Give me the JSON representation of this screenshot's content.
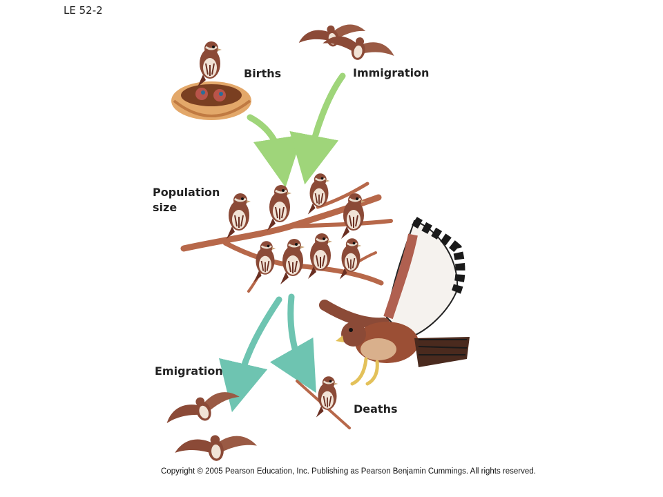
{
  "slide": {
    "id": "LE 52-2"
  },
  "labels": {
    "births": "Births",
    "immigration": "Immigration",
    "population": [
      "Population",
      "size"
    ],
    "emigration": "Emigration",
    "deaths": "Deaths"
  },
  "colors": {
    "inflow_arrow": "#9fd57a",
    "outflow_arrow": "#6ec4b1",
    "branch": "#b7684a",
    "sparrow": "#8b4a37",
    "hawk_wing_dark": "#1a1a1a",
    "nest": "#e3a86a"
  },
  "icons": [
    "nest-icon",
    "sparrow-icon",
    "hawk-icon",
    "branch-icon"
  ],
  "copyright": "Copyright © 2005 Pearson Education, Inc. Publishing as Pearson Benjamin Cummings. All rights reserved."
}
